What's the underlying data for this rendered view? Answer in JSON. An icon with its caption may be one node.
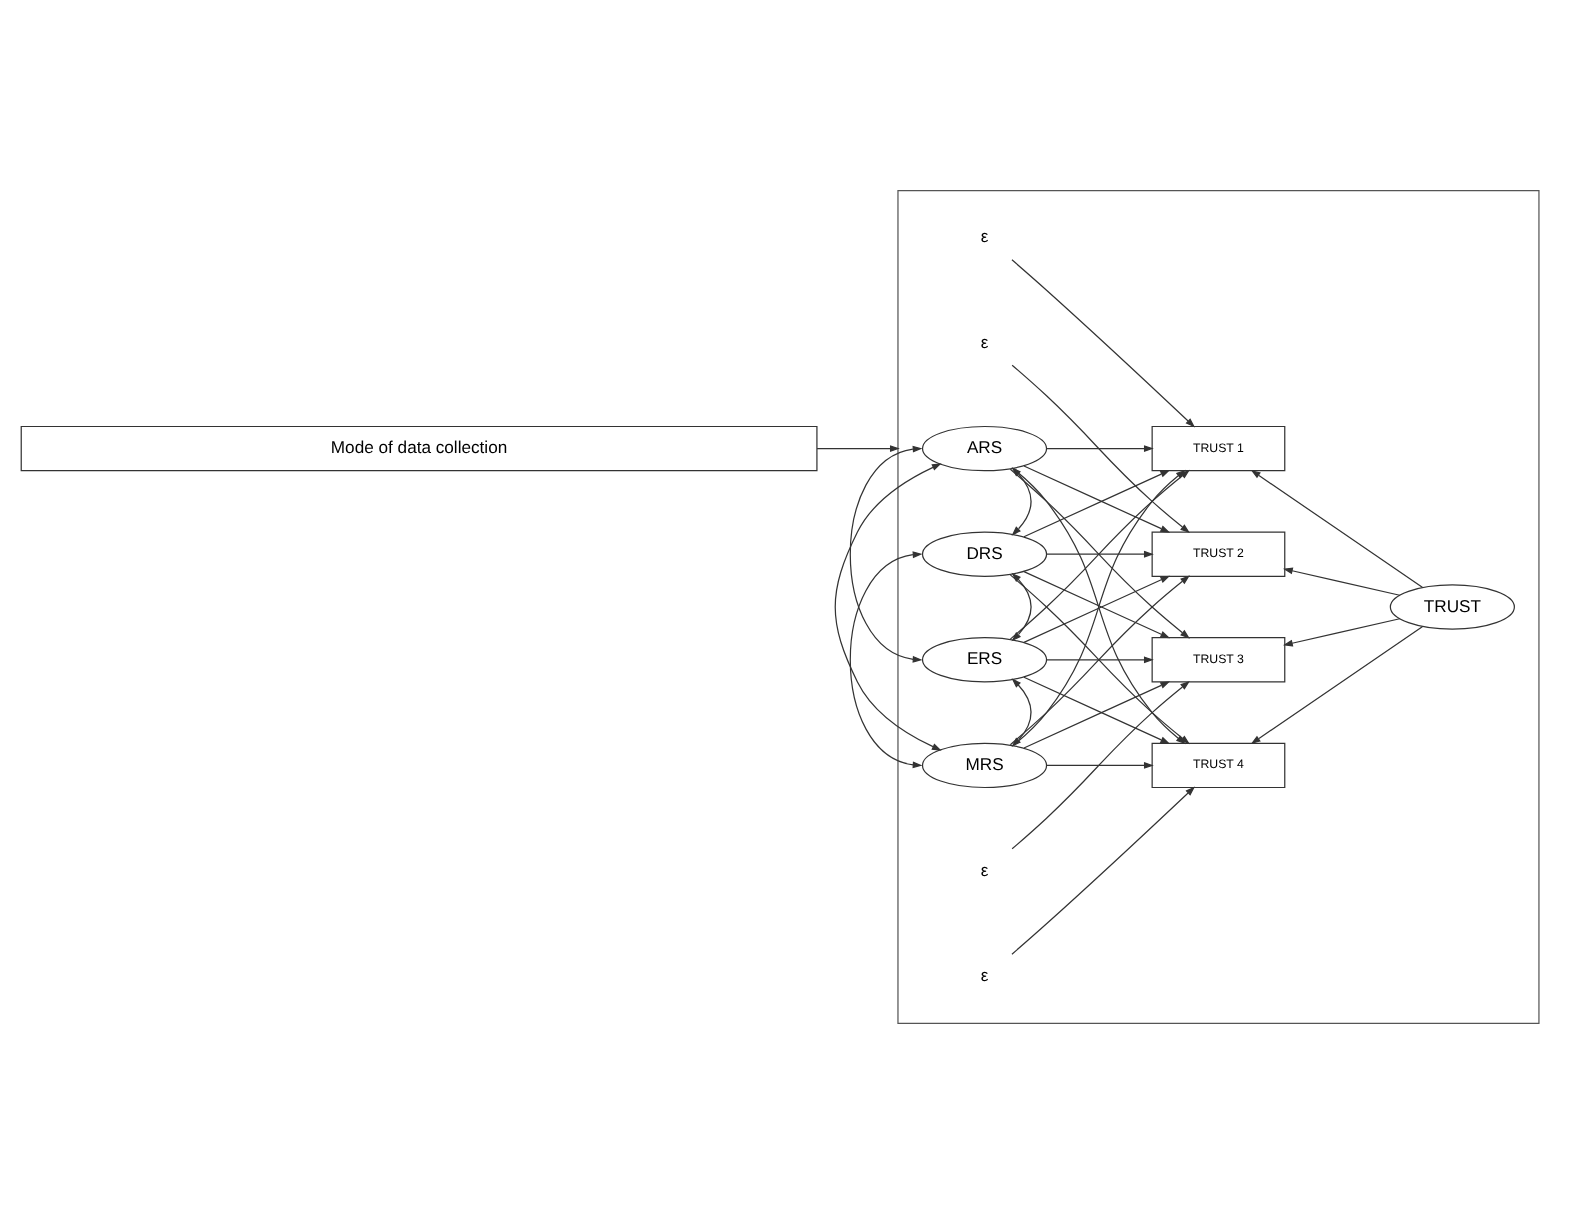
{
  "diagram": {
    "nodes": [
      {
        "text": [],
        "shape": "box"
      },
      {
        "text": [
          "ARS"
        ],
        "in": 0
      },
      {
        "text": [
          "DRS"
        ],
        "in": 0
      },
      {
        "text": [
          "ERS"
        ],
        "in": 0
      },
      {
        "text": [
          "MRS"
        ],
        "in": 0
      },
      {
        "text": [
          "ε"
        ],
        "in": 0
      },
      {
        "text": [
          "TRUST 1"
        ],
        "in": 0
      },
      {
        "text": [
          "ε"
        ],
        "in": 0
      },
      {
        "text": [
          "TRUST 2"
        ],
        "in": 0
      },
      {
        "text": [
          "ε"
        ],
        "in": 0
      },
      {
        "text": [
          "TRUST 3"
        ],
        "in": 0
      },
      {
        "text": [
          "ε"
        ],
        "in": 0
      },
      {
        "text": [
          "TRUST 4"
        ],
        "in": 0
      },
      {
        "text": [
          "TRUST"
        ],
        "in": 0
      },
      {
        "text": [
          "Mode of data collection"
        ]
      }
    ],
    "edges": [
      {
        "from": 14,
        "to": 0,
        "arrow": "to"
      },
      {
        "from": 1,
        "to": 2,
        "arrow": "both"
      },
      {
        "from": 1,
        "to": 3,
        "arrow": "both"
      },
      {
        "from": 1,
        "to": 4,
        "arrow": "both"
      },
      {
        "from": 2,
        "to": 3,
        "arrow": "both"
      },
      {
        "from": 2,
        "to": 4,
        "arrow": "both"
      },
      {
        "from": 3,
        "to": 4,
        "arrow": "both"
      },
      {
        "from": 1,
        "to": 6,
        "arrow": "to"
      },
      {
        "from": 1,
        "to": 8,
        "arrow": "to"
      },
      {
        "from": 1,
        "to": 10,
        "arrow": "to"
      },
      {
        "from": 1,
        "to": 12,
        "arrow": "to"
      },
      {
        "from": 2,
        "to": 6,
        "arrow": "to"
      },
      {
        "from": 2,
        "to": 8,
        "arrow": "to"
      },
      {
        "from": 2,
        "to": 10,
        "arrow": "to"
      },
      {
        "from": 2,
        "to": 12,
        "arrow": "to"
      },
      {
        "from": 3,
        "to": 6,
        "arrow": "to"
      },
      {
        "from": 3,
        "to": 8,
        "arrow": "to"
      },
      {
        "from": 3,
        "to": 10,
        "arrow": "to"
      },
      {
        "from": 3,
        "to": 12,
        "arrow": "to"
      },
      {
        "from": 4,
        "to": 6,
        "arrow": "to"
      },
      {
        "from": 4,
        "to": 8,
        "arrow": "to"
      },
      {
        "from": 4,
        "to": 10,
        "arrow": "to"
      },
      {
        "from": 4,
        "to": 12,
        "arrow": "to"
      },
      {
        "from": 5,
        "to": 6,
        "arrow": "to"
      },
      {
        "from": 7,
        "to": 8,
        "arrow": "to"
      },
      {
        "from": 9,
        "to": 10,
        "arrow": "to"
      },
      {
        "from": 11,
        "to": 12,
        "arrow": "to"
      },
      {
        "from": 13,
        "to": 6,
        "arrow": "to"
      },
      {
        "from": 13,
        "to": 8,
        "arrow": "to"
      },
      {
        "from": 13,
        "to": 10,
        "arrow": "to"
      },
      {
        "from": 13,
        "to": 12,
        "arrow": "to"
      }
    ]
  }
}
